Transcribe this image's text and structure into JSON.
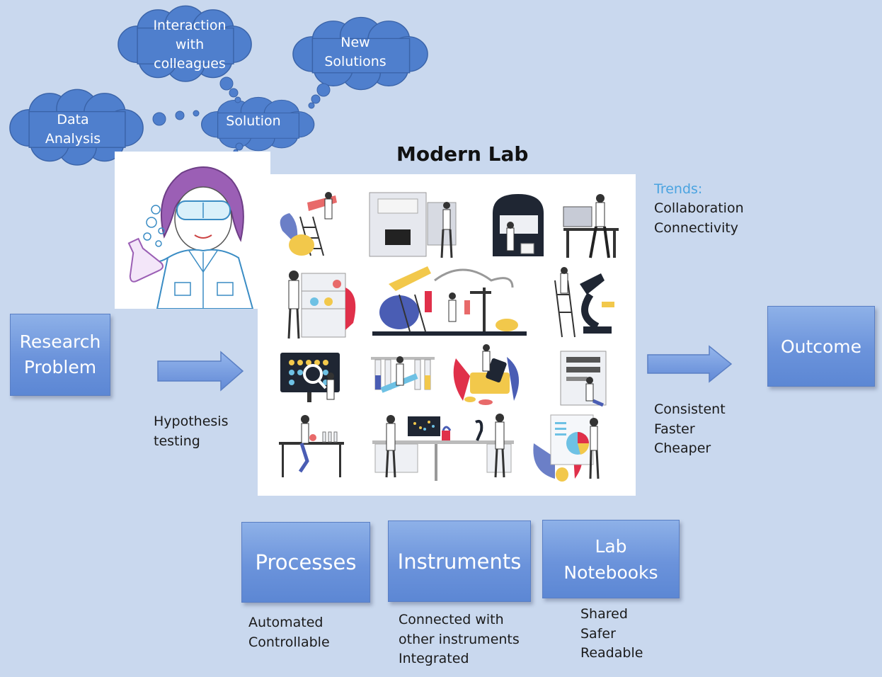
{
  "thoughts": {
    "data_analysis": "Data\nAnalysis",
    "interaction": "Interaction\nwith\ncolleagues",
    "new_solutions": "New\nSolutions",
    "solution": "Solution"
  },
  "title": "Modern Lab",
  "boxes": {
    "research_problem": "Research\nProblem",
    "outcome": "Outcome",
    "processes": "Processes",
    "instruments": "Instruments",
    "lab_notebooks": "Lab\nNotebooks"
  },
  "labels": {
    "hypothesis": "Hypothesis\ntesting",
    "trends_heading": "Trends:",
    "trends_items": "Collaboration\nConnectivity",
    "outcome_qualities": "Consistent\nFaster\nCheaper",
    "processes_desc": "Automated\nControllable",
    "instruments_desc": "Connected with\nother instruments\nIntegrated",
    "notebooks_desc": "Shared\nSafer\nReadable"
  },
  "colors": {
    "background": "#c9d8ee",
    "box_fill": "#6b93db",
    "cloud_fill": "#4f7fcd",
    "trends_accent": "#4aa3e0"
  }
}
